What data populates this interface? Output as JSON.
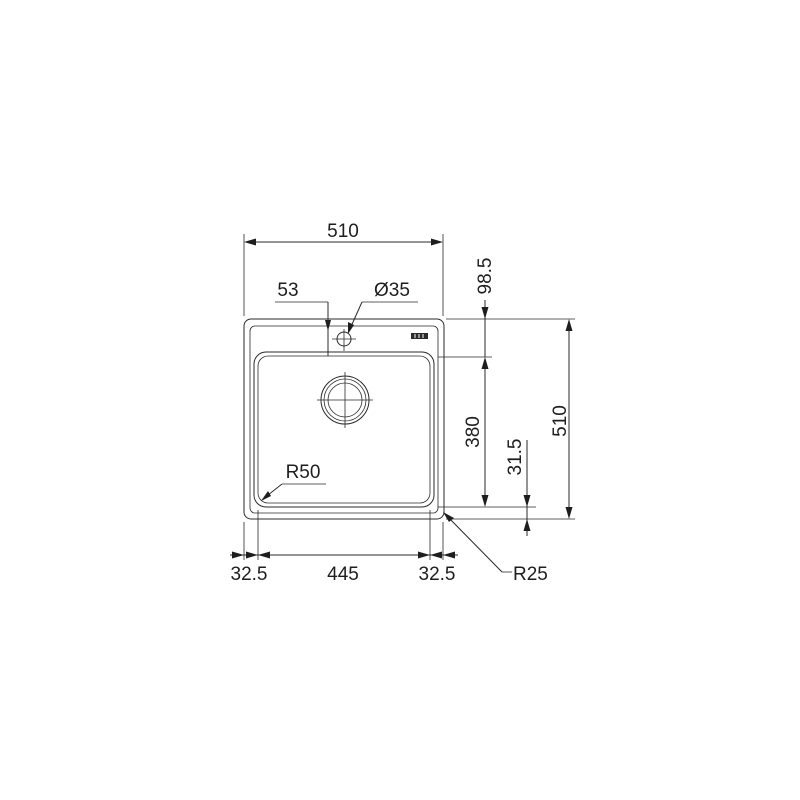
{
  "dimensions": {
    "overall_width": "510",
    "overall_depth": "510",
    "tap_hole_offset": "53",
    "tap_hole_diameter": "Ø35",
    "rear_deck": "98.5",
    "bowl_depth": "380",
    "front_margin": "31.5",
    "left_margin": "32.5",
    "bowl_width": "445",
    "right_margin": "32.5",
    "inner_radius": "R50",
    "outer_radius": "R25"
  }
}
